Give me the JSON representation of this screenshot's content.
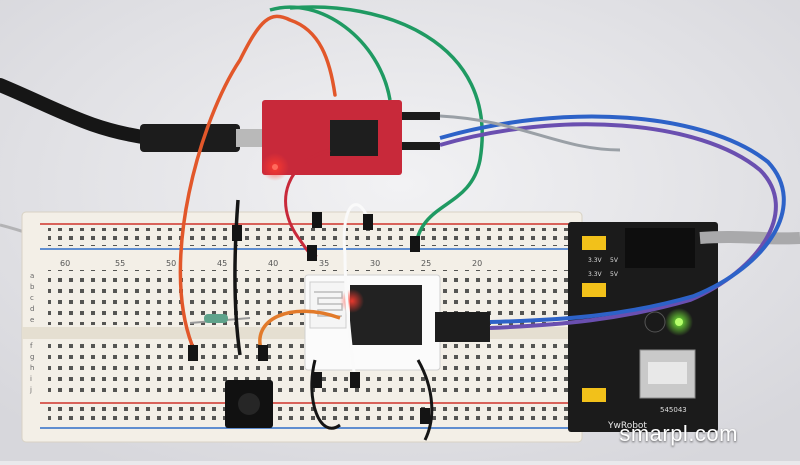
{
  "photo": {
    "watermark": "smarpl.com",
    "board_labels": {
      "power_module_brand": "YwRobot",
      "power_module_model": "545043",
      "pwr_3v3_top": "3.3V",
      "pwr_5v_top": "5V",
      "pwr_3v3_bottom": "3.3V",
      "pwr_5v_bottom": "5V"
    },
    "breadboard": {
      "column_numbers": [
        "60",
        "55",
        "50",
        "45",
        "40",
        "35",
        "30",
        "25",
        "20"
      ],
      "row_letters_top": [
        "a",
        "b",
        "c",
        "d",
        "e"
      ],
      "row_letters_bottom": [
        "f",
        "g",
        "h",
        "i",
        "j"
      ]
    },
    "colors": {
      "background": "#e9e9ec",
      "breadboard": "#f3efe7",
      "rail_red": "#d0342c",
      "rail_blue": "#2f6fc8",
      "pcb_red": "#c8293a",
      "pcb_black": "#1b1b1b",
      "wire_orange": "#e2572a",
      "wire_green": "#1f9a62",
      "wire_white": "#fafafa",
      "wire_black": "#151515"
    }
  }
}
